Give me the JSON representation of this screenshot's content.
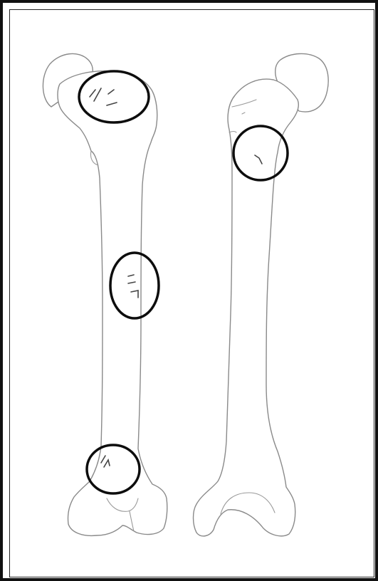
{
  "figure": {
    "views": [
      {
        "id": "left-femur",
        "highlights": [
          {
            "region": "proximal-head",
            "marks": 4
          },
          {
            "region": "mid-shaft",
            "marks": 3
          },
          {
            "region": "distal-end",
            "marks": 2
          }
        ]
      },
      {
        "id": "right-femur",
        "highlights": [
          {
            "region": "proximal-trochanter",
            "marks": 1
          }
        ]
      }
    ],
    "colors": {
      "frame": "#111111",
      "bone_outline": "#8a8a8a",
      "highlight": "#0d0d0d",
      "lesion": "#444444"
    }
  }
}
